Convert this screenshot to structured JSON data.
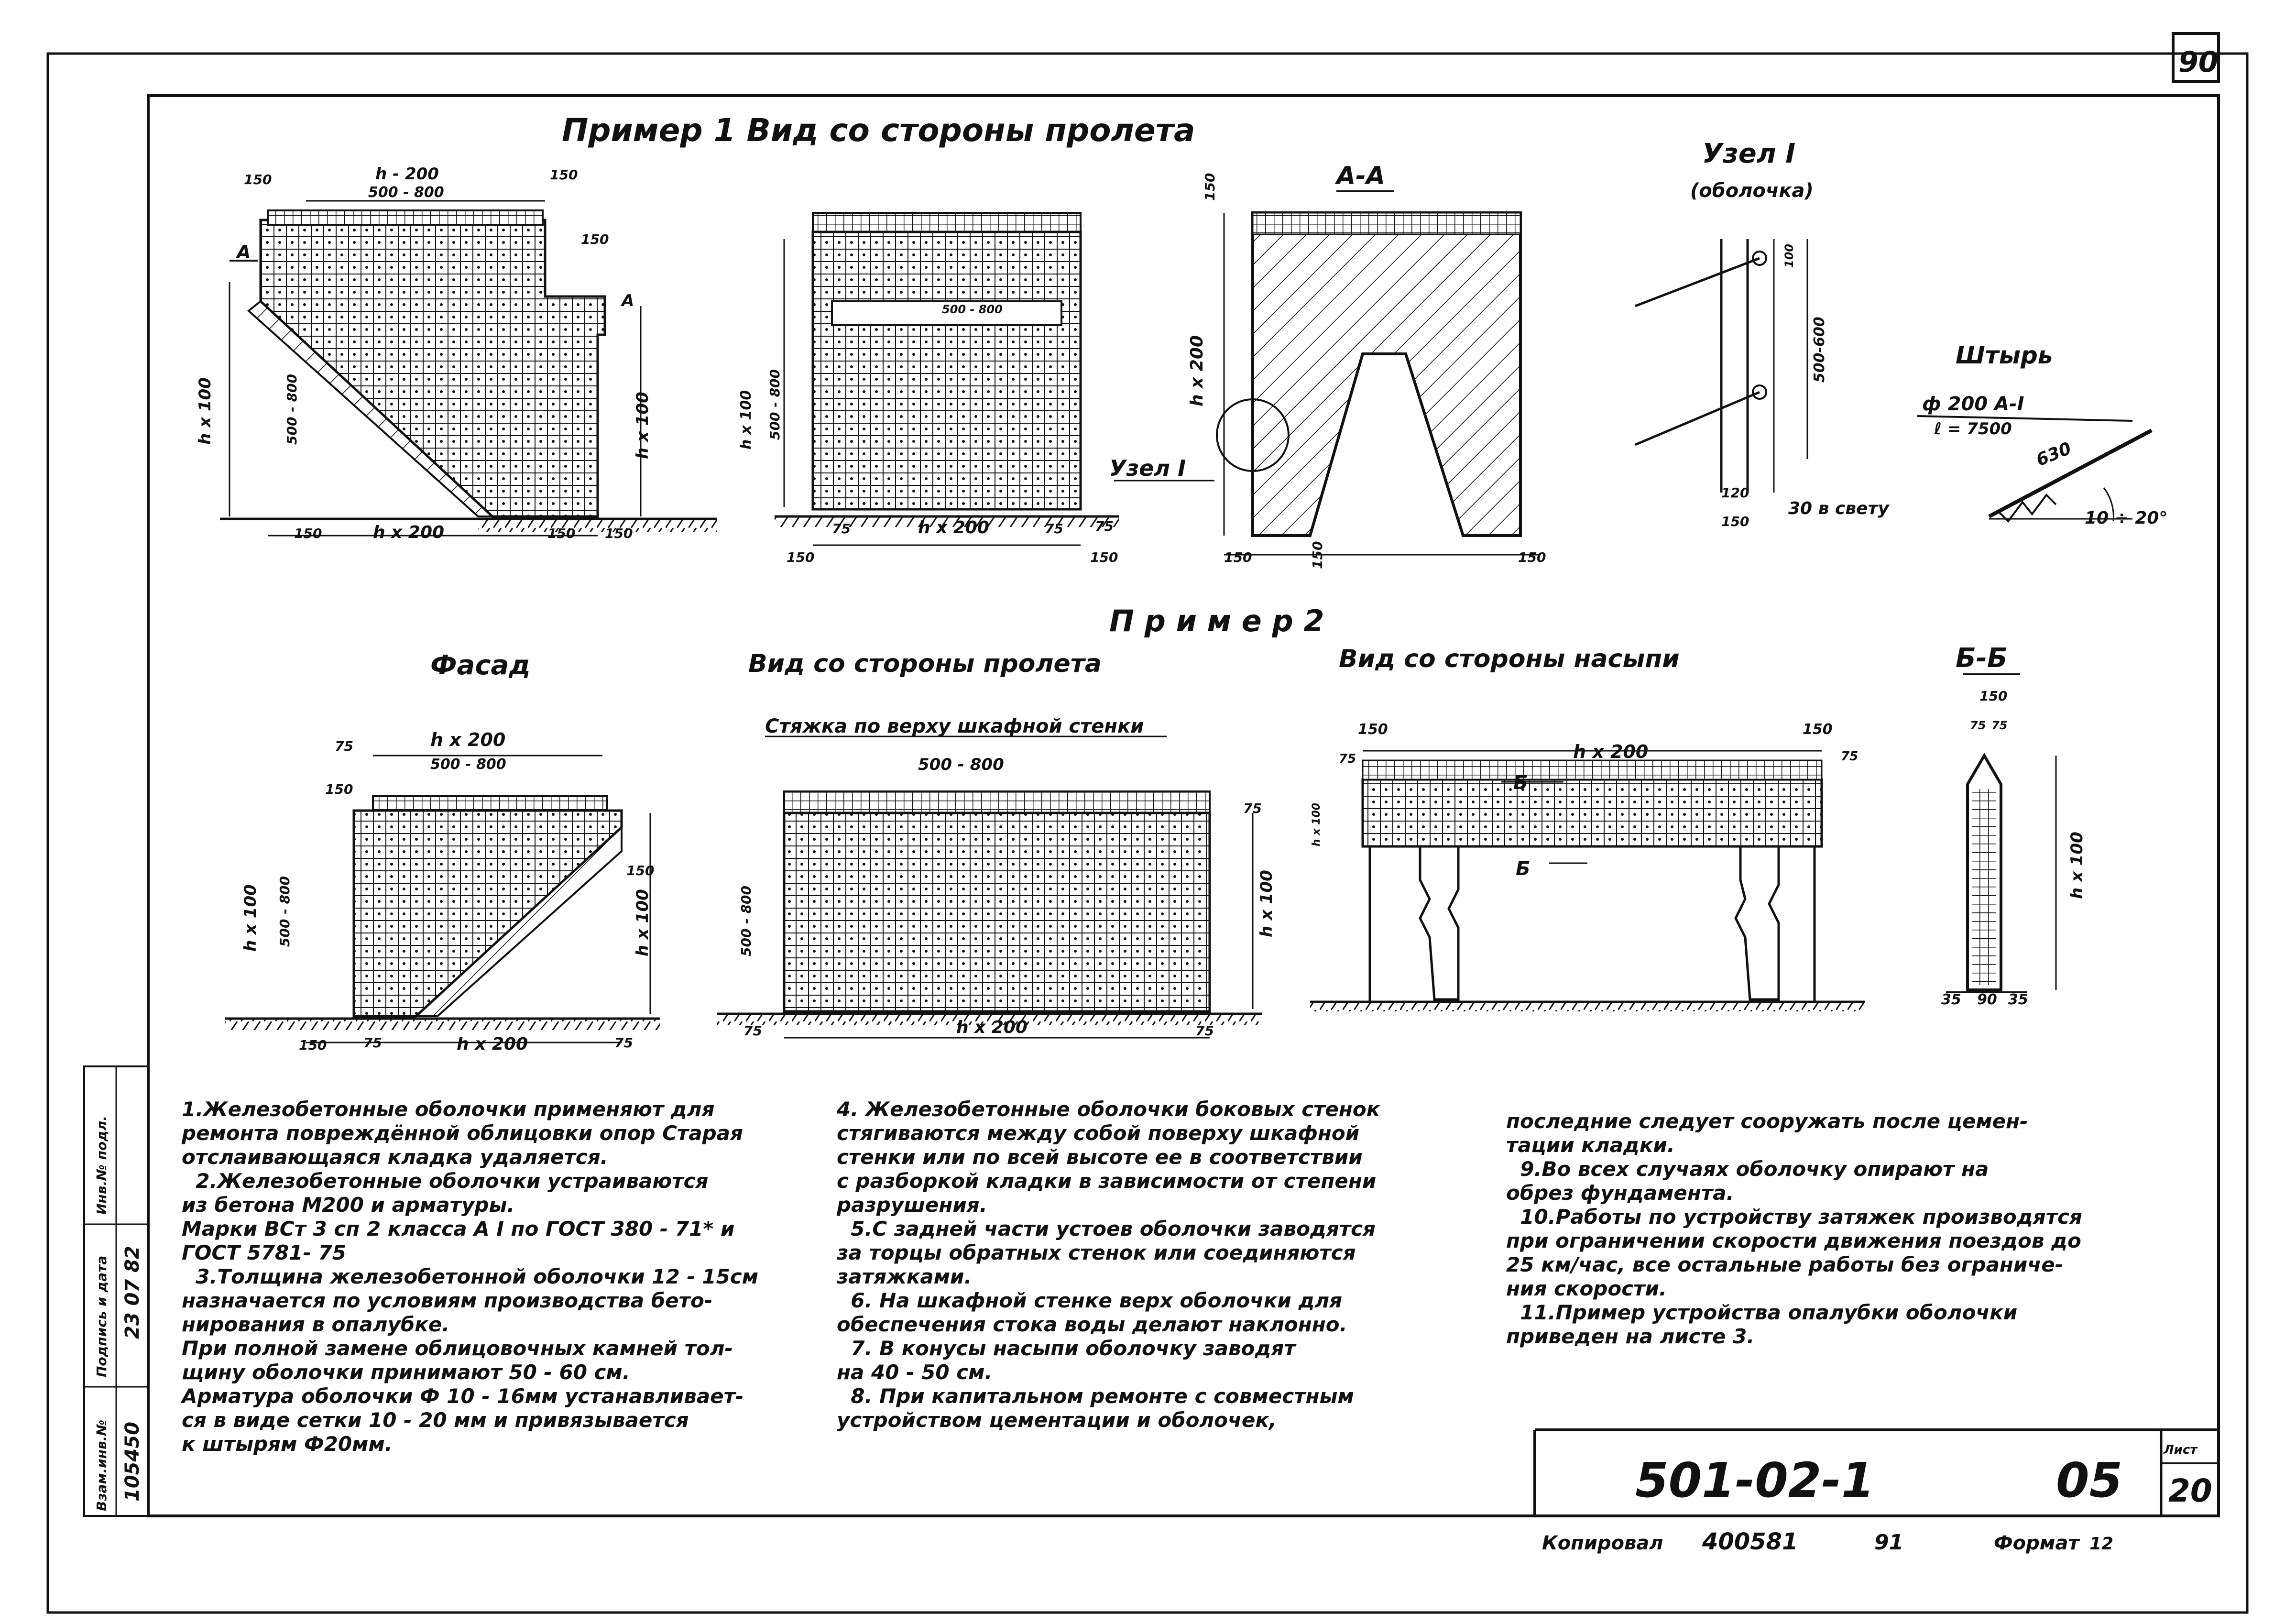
{
  "sheet_no": "90",
  "example1": {
    "title": "Пример 1 Вид со стороны пролета",
    "section_aa": "А-А",
    "node_title": "Узел I",
    "node_subtitle": "(оболочка)",
    "node_callout": "Узел I",
    "pin_title": "Штырь",
    "pin_spec": "ф 200 А-I",
    "pin_length": "ℓ = 7500",
    "pin_dim": "630",
    "pin_angle": "10 ÷ 20°",
    "gap_label": "30 в свету",
    "section_mark": "А",
    "dims": {
      "h200": "h - 200",
      "r500_800": "500 - 800",
      "hx200": "h x 200",
      "hx100": "h x 100",
      "h100": "h х 100",
      "d150": "150",
      "d75": "75",
      "d120": "120",
      "d100": "100",
      "d500_600": "500-600"
    }
  },
  "example2": {
    "title": "П р и м е р 2",
    "facade": "Фасад",
    "span_view": "Вид со стороны пролета",
    "embank_view": "Вид со стороны насыпи",
    "section_bb": "Б-Б",
    "tie_label": "Стяжка по верху шкафной стенки",
    "section_mark_b": "Б",
    "dims": {
      "hx200": "h x 200",
      "r500_800": "500 - 800",
      "hx100": "h x 100",
      "d150": "150",
      "d75": "75",
      "d35": "35",
      "d90": "90"
    }
  },
  "notes": {
    "col1": [
      "1.Железобетонные оболочки применяют для",
      "ремонта повреждённой облицовки опор Старая",
      "отслаивающаяся кладка удаляется.",
      "  2.Железобетонные оболочки устраиваются",
      "из бетона М200 и арматуры.",
      "Марки ВСт 3 сп 2 класса А I по ГОСТ 380 - 71* и",
      "ГОСТ 5781- 75",
      "  3.Толщина железобетонной оболочки 12 - 15см",
      "назначается по условиям производства бето-",
      "нирования в опалубке.",
      "При полной замене облицовочных камней тол-",
      "щину оболочки принимают 50 - 60 см.",
      "Арматура оболочки Ф 10 - 16мм устанавливает-",
      "ся в виде сетки 10 - 20 мм и привязывается",
      "к штырям Ф20мм."
    ],
    "col2": [
      "4. Железобетонные оболочки боковых стенок",
      "стягиваются между собой поверху шкафной",
      "стенки или по всей высоте ее в соответствии",
      "с разборкой кладки в зависимости от степени",
      "разрушения.",
      "  5.С задней части устоев оболочки заводятся",
      "за торцы обратных стенок или соединяются",
      "затяжками.",
      "  6. На шкафной стенке верх оболочки для",
      "обеспечения стока воды делают наклонно.",
      "  7. В конусы насыпи оболочку заводят",
      "на 40 - 50 см.",
      "  8. При капитальном ремонте с совместным",
      "устройством цементации и оболочек,"
    ],
    "col3": [
      "последние следует сооружать после цемен-",
      "тации кладки.",
      "  9.Во всех случаях оболочку опирают на",
      "обрез фундамента.",
      "  10.Работы по устройству затяжек производятся",
      "при ограничении скорости движения поездов до",
      "25 км/час, все остальные работы без ограниче-",
      "ния скорости.",
      "  11.Пример устройства опалубки оболочки",
      "приведен на листе 3."
    ]
  },
  "side_stamp": {
    "headers": [
      "Инв.№ подл.",
      "Подпись и дата",
      "Взам.инв.№"
    ],
    "values": [
      "105450",
      "23 07 82",
      ""
    ]
  },
  "title_block": {
    "code": "501-02-1",
    "part": "05",
    "list_label": "Лист",
    "list_no": "20"
  },
  "footer": {
    "copied": "Копировал",
    "order": "400581",
    "sign": "91",
    "format_label": "Формат",
    "format_val": "12"
  }
}
